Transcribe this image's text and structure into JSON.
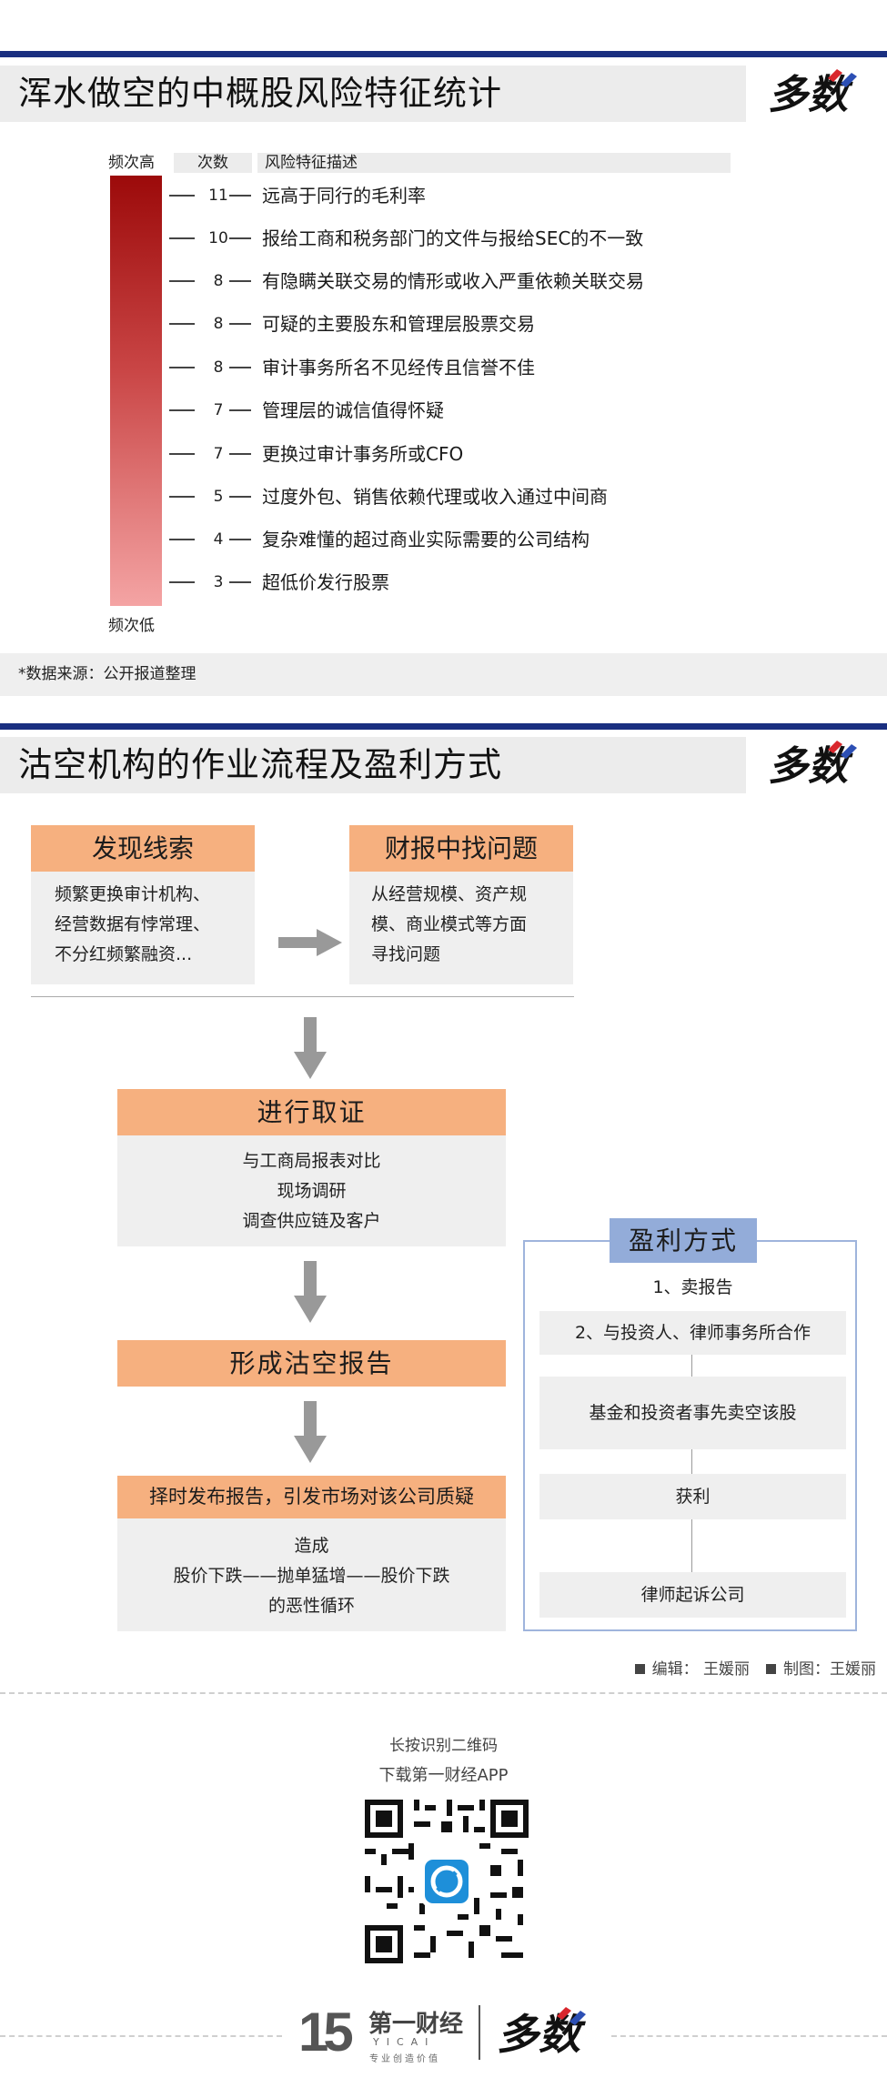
{
  "section1": {
    "title": "浑水做空的中概股风险特征统计",
    "col_headers": {
      "freq": "频次高",
      "count": "次数",
      "desc": "风险特征描述"
    },
    "freq_low": "频次低",
    "rows": [
      {
        "count": "11",
        "desc": "远高于同行的毛利率"
      },
      {
        "count": "10",
        "desc": "报给工商和税务部门的文件与报给SEC的不一致"
      },
      {
        "count": "8",
        "desc": "有隐瞒关联交易的情形或收入严重依赖关联交易"
      },
      {
        "count": "8",
        "desc": "可疑的主要股东和管理层股票交易"
      },
      {
        "count": "8",
        "desc": "审计事务所名不见经传且信誉不佳"
      },
      {
        "count": "7",
        "desc": "管理层的诚信值得怀疑"
      },
      {
        "count": "7",
        "desc": "更换过审计事务所或CFO"
      },
      {
        "count": "5",
        "desc": "过度外包、销售依赖代理或收入通过中间商"
      },
      {
        "count": "4",
        "desc": "复杂难懂的超过商业实际需要的公司结构"
      },
      {
        "count": "3",
        "desc": "超低价发行股票"
      }
    ],
    "source": "*数据来源：公开报道整理"
  },
  "section2": {
    "title": "沽空机构的作业流程及盈利方式",
    "clue": {
      "head": "发现线索",
      "lines": [
        "频繁更换审计机构、",
        "经营数据有悖常理、",
        "不分红频繁融资..."
      ]
    },
    "finance": {
      "head": "财报中找问题",
      "lines": [
        "从经营规模、资产规",
        "模、商业模式等方面",
        "寻找问题"
      ]
    },
    "evidence": {
      "head": "进行取证",
      "lines": [
        "与工商局报表对比",
        "现场调研",
        "调查供应链及客户"
      ]
    },
    "report": {
      "head": "形成沽空报告"
    },
    "publish": {
      "head": "择时发布报告，引发市场对该公司质疑",
      "lines": [
        "造成",
        "股价下跌——抛单猛增——股价下跌",
        "的恶性循环"
      ]
    },
    "profit": {
      "head": "盈利方式",
      "items": [
        "1、卖报告",
        "2、与投资人、律师事务所合作",
        "基金和投资者事先卖空该股",
        "获利",
        "律师起诉公司"
      ]
    }
  },
  "credits": {
    "editor": "编辑： 王媛丽",
    "maker": "制图：王媛丽"
  },
  "footer": {
    "qr_line1": "长按识别二维码",
    "qr_line2": "下载第一财经APP",
    "brand_cn": "第一财经",
    "brand_en": "YICAI",
    "brand_slogan": "专业创造价值",
    "brand_15": "15"
  },
  "logo_text": "多数",
  "colors": {
    "navy": "#1a2f80",
    "peach": "#f6b07f",
    "profit_blue": "#93acd9",
    "bar_top": "#9c0a0a",
    "bar_bottom": "#f4a4a4"
  }
}
